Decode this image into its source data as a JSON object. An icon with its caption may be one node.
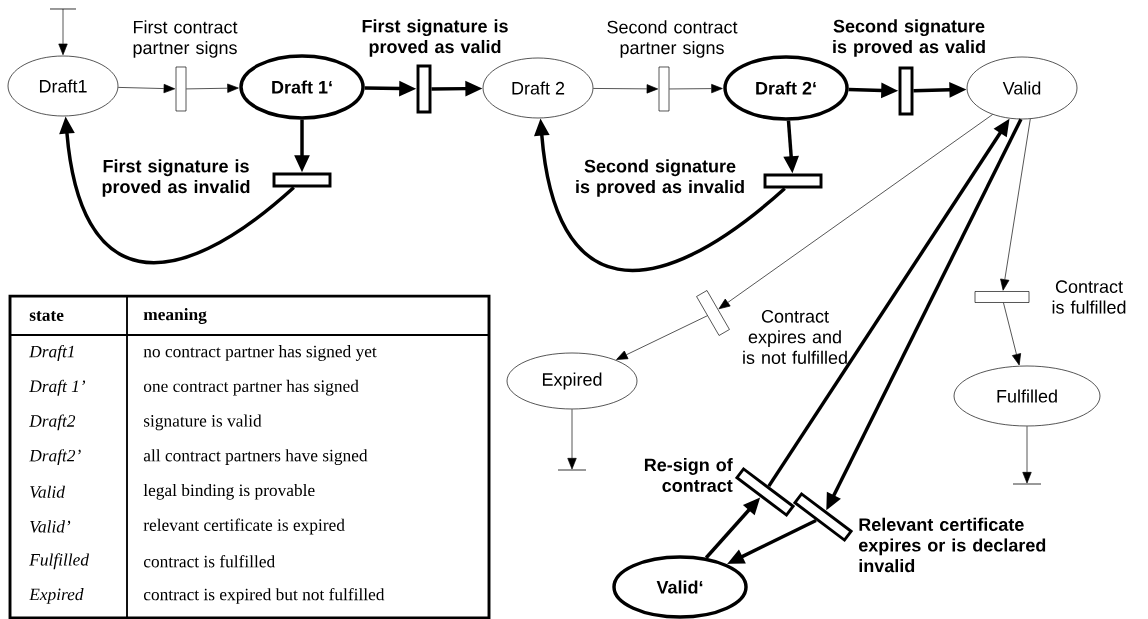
{
  "diagram": {
    "nodes": [
      {
        "text": [
          "Draft1"
        ]
      },
      {
        "text": [],
        "shape": "bar",
        "beside": [
          "First contract partner signs"
        ]
      },
      {
        "text": [
          "Draft 1‘"
        ]
      },
      {
        "text": [],
        "shape": "bar",
        "beside": [
          "First signature is proved as valid"
        ]
      },
      {
        "text": [
          "Draft 2"
        ]
      },
      {
        "text": [],
        "shape": "bar",
        "beside": [
          "Second contract partner signs"
        ]
      },
      {
        "text": [
          "Draft 2‘"
        ]
      },
      {
        "text": [],
        "shape": "bar"
      },
      {
        "text": [
          "Valid"
        ]
      },
      {
        "text": [],
        "shape": "bar",
        "beside": [
          "First signature is proved as invalid"
        ]
      },
      {
        "text": [],
        "shape": "bar",
        "beside": [
          "Second signature is proved as invalid"
        ]
      },
      {
        "text": [],
        "shape": "bar",
        "beside": [
          "Contract expires and is not fulfilled"
        ]
      },
      {
        "text": [
          "Expired"
        ]
      },
      {
        "text": [],
        "shape": "bar",
        "beside": [
          "Contract is fulfilled"
        ]
      },
      {
        "text": [
          "Fulfilled"
        ]
      },
      {
        "text": [],
        "shape": "bar",
        "beside": [
          "Re-sign of contract"
        ]
      },
      {
        "text": [],
        "shape": "bar",
        "beside": [
          "Relevant certificate expires or is declared invalid"
        ]
      },
      {
        "text": [
          "Valid‘"
        ]
      }
    ],
    "edges": [
      {
        "from": null,
        "to": 0,
        "arrow": "to"
      },
      {
        "from": 0,
        "to": 1,
        "arrow": "to"
      },
      {
        "from": 1,
        "to": 2,
        "arrow": "to"
      },
      {
        "from": 2,
        "to": 3,
        "arrow": "to"
      },
      {
        "from": 3,
        "to": 4,
        "arrow": "to"
      },
      {
        "from": 4,
        "to": 5,
        "arrow": "to"
      },
      {
        "from": 5,
        "to": 6,
        "arrow": "to"
      },
      {
        "from": 6,
        "to": 7,
        "arrow": "to"
      },
      {
        "from": 7,
        "to": 8,
        "arrow": "to"
      },
      {
        "from": 2,
        "to": 9,
        "arrow": "to"
      },
      {
        "from": 9,
        "to": 0,
        "arrow": "to"
      },
      {
        "from": 6,
        "to": 10,
        "arrow": "to"
      },
      {
        "from": 10,
        "to": 4,
        "arrow": "to"
      },
      {
        "from": 8,
        "to": 11,
        "arrow": "to"
      },
      {
        "from": 11,
        "to": 12,
        "arrow": "to"
      },
      {
        "from": 12,
        "to": null,
        "arrow": "to"
      },
      {
        "from": 8,
        "to": 13,
        "arrow": "to"
      },
      {
        "from": 13,
        "to": 14,
        "arrow": "to"
      },
      {
        "from": 14,
        "to": null,
        "arrow": "to"
      },
      {
        "from": 8,
        "to": 16,
        "arrow": "to"
      },
      {
        "from": 16,
        "to": 17,
        "arrow": "to"
      },
      {
        "from": 17,
        "to": 15,
        "arrow": "to"
      },
      {
        "from": 15,
        "to": 8,
        "arrow": "to"
      }
    ],
    "labels": [
      "Second signature is proved as valid",
      "state",
      "meaning",
      "Draft1",
      "no contract partner has signed yet",
      "Draft 1’",
      "one contract partner has signed",
      "Draft2",
      "signature is valid",
      "Draft2’",
      "all contract partners have signed",
      "Valid",
      "legal binding is provable",
      "Valid’",
      "relevant certificate is expired",
      "Fulfilled",
      "contract is fulfilled",
      "Expired",
      "contract is expired but not fulfilled"
    ]
  }
}
